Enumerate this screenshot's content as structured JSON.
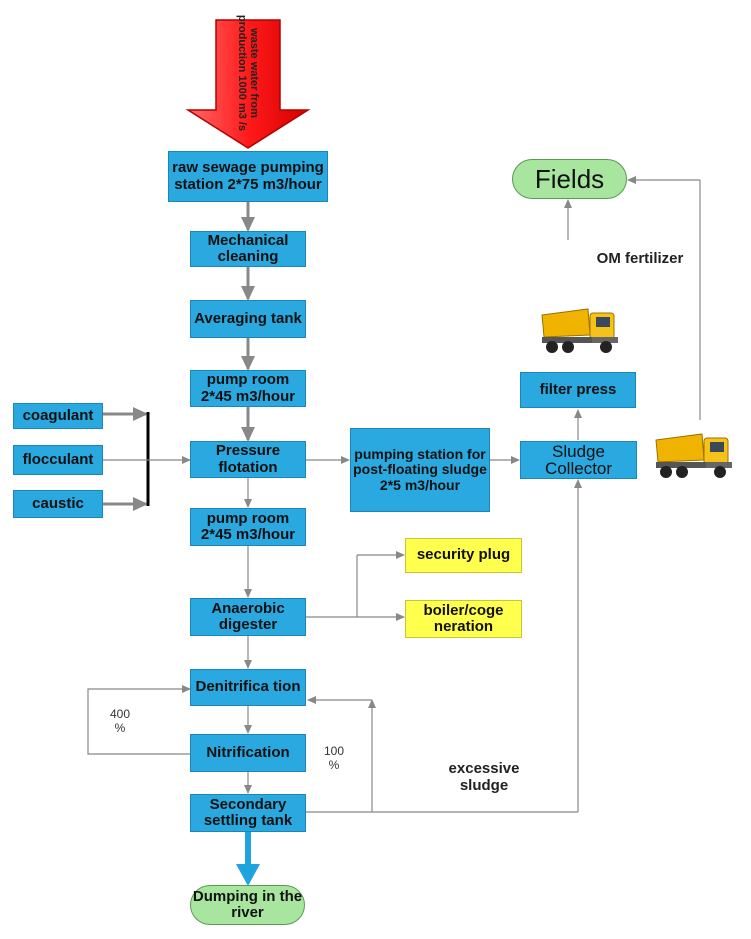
{
  "inflow": {
    "text": "waste water from production 1000 m3 /s"
  },
  "nodes": {
    "raw_pumping": "raw sewage pumping station 2*75 m3/hour",
    "mechanical": "Mechanical cleaning",
    "averaging": "Averaging tank",
    "pump_room_1": "pump room 2*45 m3/hour",
    "coagulant": "coagulant",
    "flocculant": "flocculant",
    "caustic": "caustic",
    "pressure_flotation": "Pressure flotation",
    "post_floating": "pumping station for post-floating sludge 2*5 m3/hour",
    "sludge_collector": "Sludge Collector",
    "filter_press": "filter press",
    "fields": "Fields",
    "pump_room_2": "pump room 2*45 m3/hour",
    "anaerobic": "Anaerobic digester",
    "security_plug": "security plug",
    "boiler": "boiler/coge neration",
    "denitrification": "Denitrifica tion",
    "nitrification": "Nitrification",
    "secondary": "Secondary settling tank",
    "dumping": "Dumping in the river"
  },
  "labels": {
    "om_fertilizer": "OM fertilizer",
    "recycle_400": "400 %",
    "recycle_100": "100 %",
    "excessive_sludge": "excessive sludge"
  },
  "colors": {
    "process_box": "#29a9e0",
    "output_box": "#ffff4d",
    "terminal": "#a8e6a0",
    "inflow_arrow": "#ff2a2a",
    "outflow_arrow": "#1fa3e0",
    "connector": "#888888"
  },
  "icons": [
    "dump-truck-icon"
  ]
}
